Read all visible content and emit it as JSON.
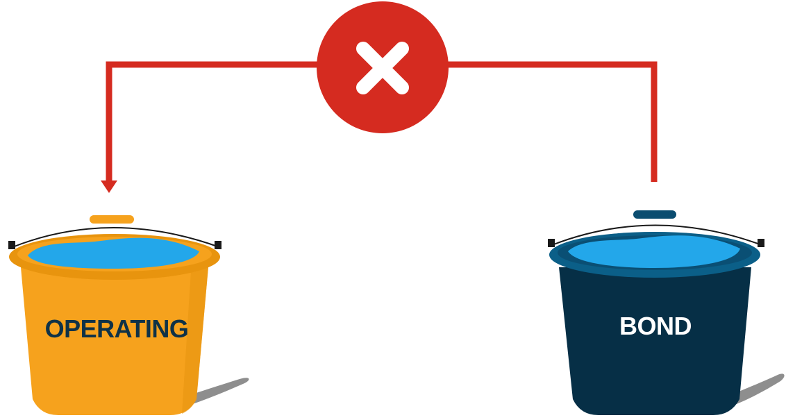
{
  "diagram": {
    "buckets": [
      {
        "id": "operating",
        "label": "OPERATING",
        "label_color": "#0f3247",
        "body_color": "#f6a21d",
        "handle_color": "#f6a21d"
      },
      {
        "id": "bond",
        "label": "BOND",
        "label_color": "#ffffff",
        "body_color": "#062f46",
        "handle_color": "#0b4d70"
      }
    ],
    "connector": {
      "color": "#d52b20",
      "from": "bond",
      "to": "operating",
      "status_icon": "cross-icon",
      "status_color": "#d52b20"
    },
    "water_color": "#23a7ea"
  }
}
